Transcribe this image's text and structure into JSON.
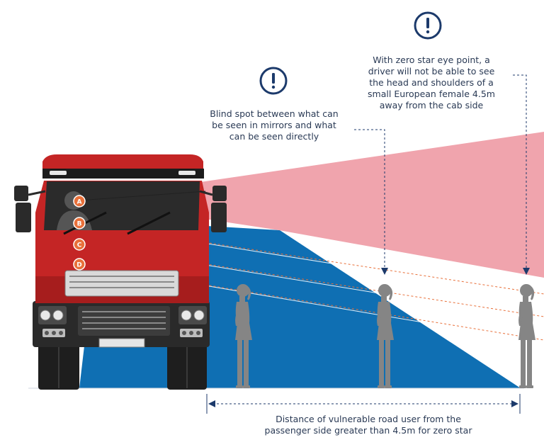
{
  "callouts": {
    "right": {
      "icon": "exclamation-circle-icon",
      "lines": [
        "With zero star eye point, a",
        "driver will not be able to see",
        "the head and shoulders of a",
        "small European female 4.5m",
        "away from the cab side"
      ]
    },
    "left": {
      "icon": "exclamation-circle-icon",
      "lines": [
        "Blind spot between what can",
        "be seen in mirrors and what",
        "can be seen directly"
      ]
    },
    "bottom": {
      "lines": [
        "Distance of vulnerable road user from the",
        "passenger side greater than 4.5m for zero star"
      ]
    }
  },
  "eye_points": [
    "A",
    "B",
    "C",
    "D"
  ],
  "pedestrians": [
    "pedestrian-near",
    "pedestrian-middle",
    "pedestrian-far"
  ],
  "colors": {
    "navy": "#1c3a6b",
    "blind_spot_pink": "#f0a4ad",
    "direct_view_blue": "#0f6fb3",
    "truck_red": "#c42525",
    "sight_line_orange": "#e8703a",
    "pedestrian_grey": "#858585"
  }
}
